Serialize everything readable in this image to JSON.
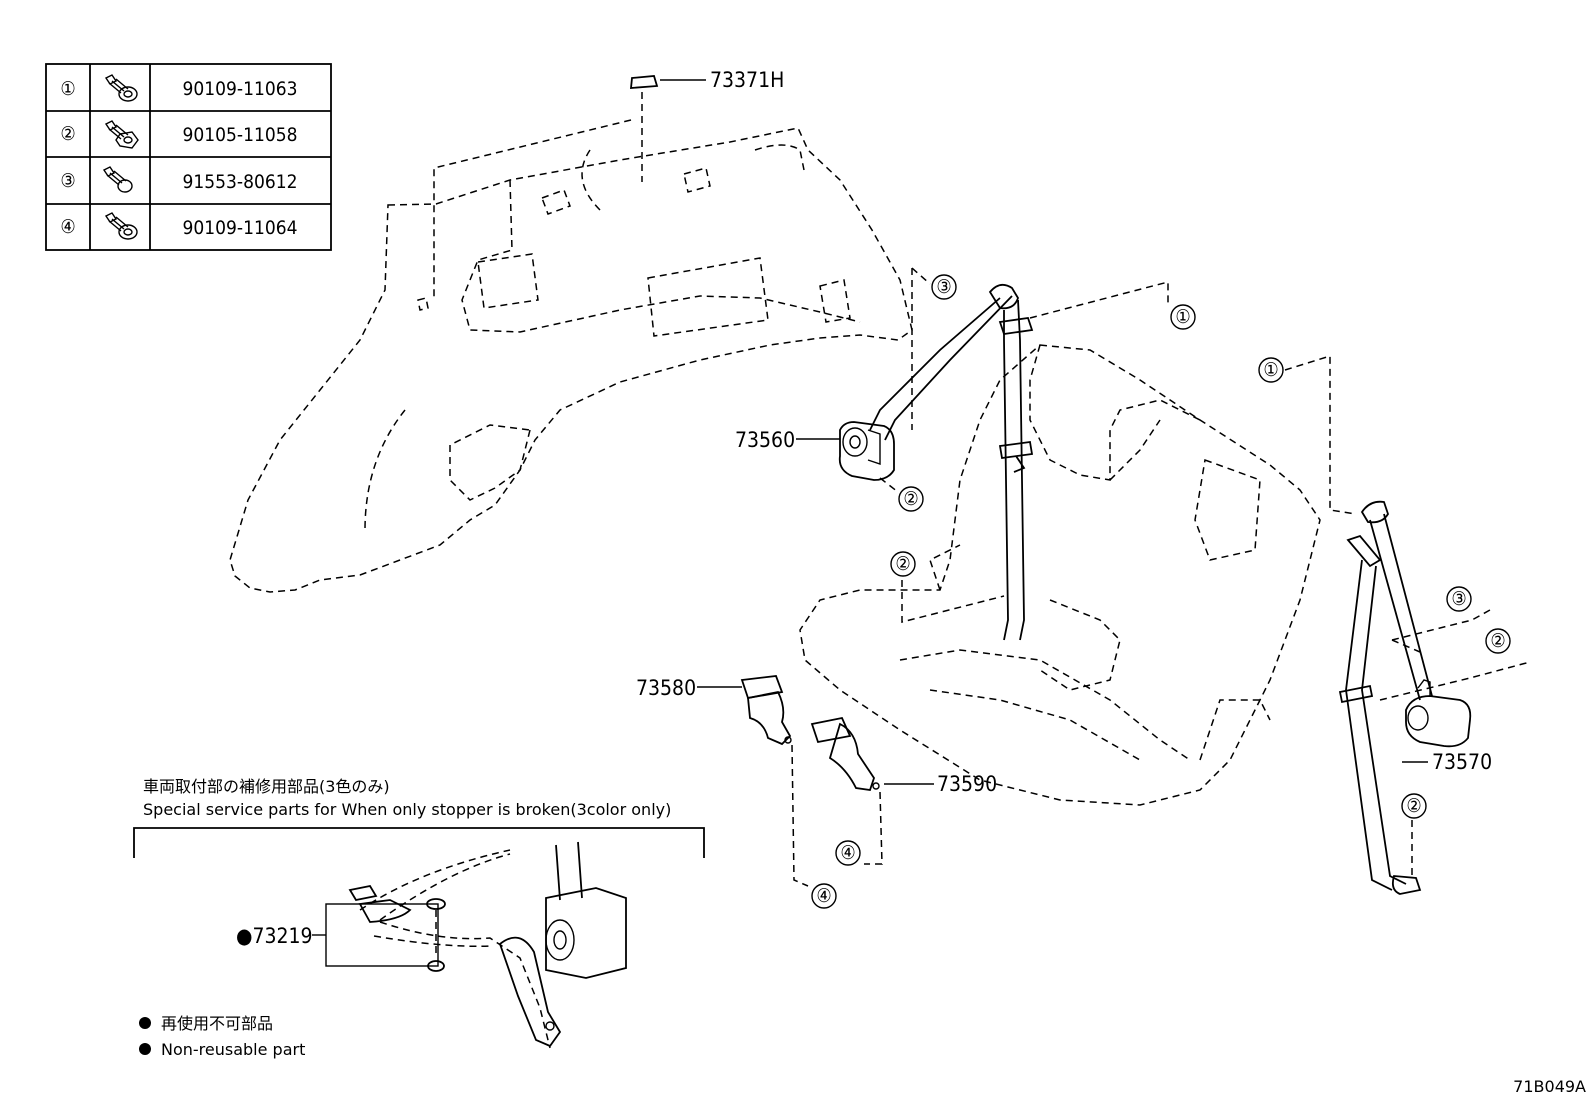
{
  "fastener_table": [
    {
      "num": "①",
      "icon": "bolt-icon",
      "part": "90109-11063"
    },
    {
      "num": "②",
      "icon": "bolt-icon",
      "part": "90105-11058"
    },
    {
      "num": "③",
      "icon": "bolt-icon",
      "part": "91553-80612"
    },
    {
      "num": "④",
      "icon": "bolt-icon",
      "part": "90109-11064"
    }
  ],
  "callouts": {
    "cover": "73371H",
    "front_retractor": "73560",
    "buckle_left": "73580",
    "buckle_right": "73590",
    "rear_belt": "73570",
    "stopper": "●73219"
  },
  "circle_labels": {
    "c3_top": "③",
    "c1_top": "①",
    "c1_right": "①",
    "c2_retractor": "②",
    "c2_seat": "②",
    "c3_right": "③",
    "c2_right": "②",
    "c2_lower_right": "②",
    "c4_a": "④",
    "c4_b": "④"
  },
  "special_service": {
    "title_ja": "車両取付部の補修用部品(3色のみ)",
    "title_en": "Special service parts for When only stopper is broken(3color only)"
  },
  "legend": {
    "ja": "再使用不可部品",
    "en": "Non-reusable part"
  },
  "diagram_code": "71B049A"
}
